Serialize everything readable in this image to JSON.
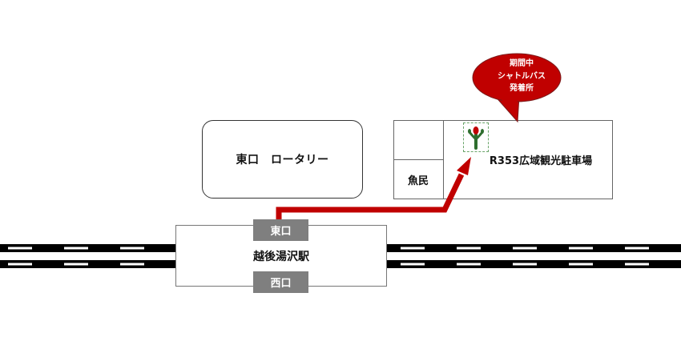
{
  "rotary": {
    "label": "東口　ロータリー"
  },
  "parking": {
    "name": "R353広域観光駐車場",
    "adjacent_label": "魚民",
    "logo_icon": "tree-logo-icon"
  },
  "station": {
    "name": "越後湯沢駅",
    "east_exit": "東口",
    "west_exit": "西口"
  },
  "callout": {
    "lines": [
      "期間中",
      "シャトルバス",
      "発着所"
    ],
    "color": "#c00000"
  },
  "route": {
    "color": "#c00000"
  },
  "colors": {
    "rail": "#000000",
    "exit_bg": "#7f7f7f"
  }
}
